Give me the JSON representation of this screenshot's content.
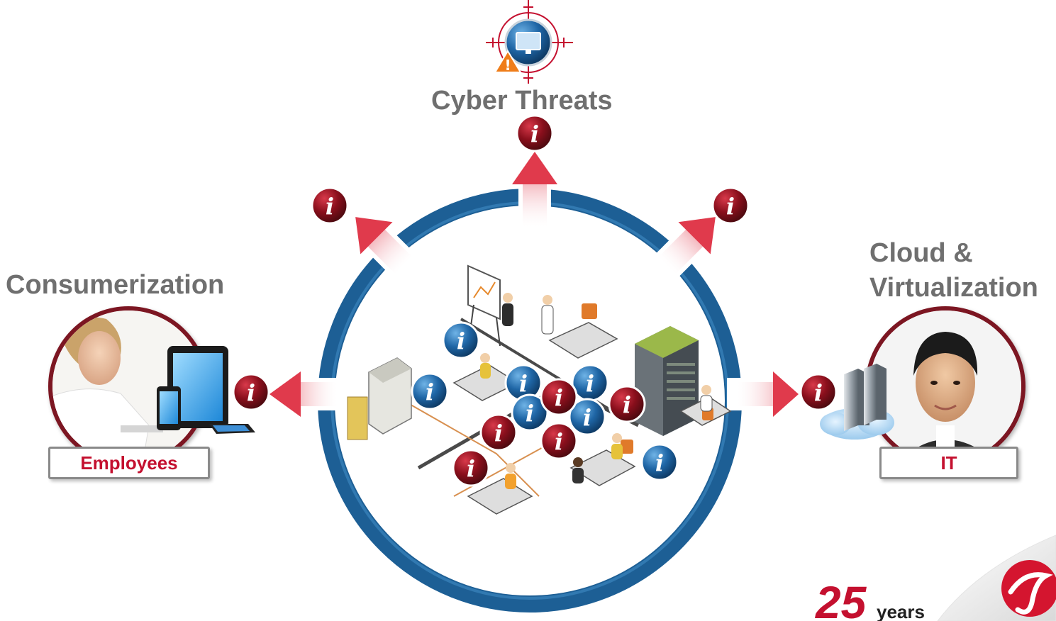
{
  "labels": {
    "cyber_threats": "Cyber Threats",
    "consumerization": "Consumerization",
    "cloud_line1": "Cloud &",
    "cloud_line2": "Virtualization"
  },
  "tags": {
    "employees": "Employees",
    "it": "IT"
  },
  "logo": {
    "anniversary_number": "25",
    "anniversary_word": "years"
  },
  "icons": {
    "info_symbol": "i",
    "warning_symbol": "!"
  },
  "colors": {
    "ring_blue": "#1d5f95",
    "info_red": "#8a0f1c",
    "info_blue": "#1f66a6",
    "brand_red": "#c4102f",
    "label_gray": "#6f6f6f"
  }
}
